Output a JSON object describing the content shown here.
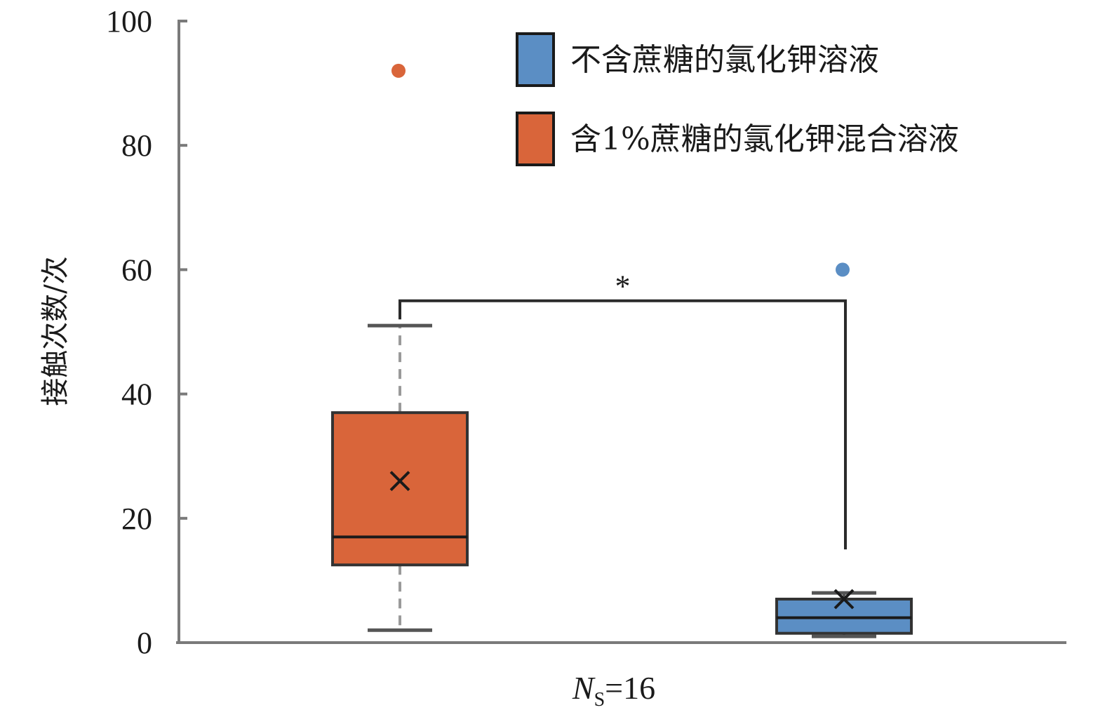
{
  "chart_data": {
    "type": "box",
    "ylabel": "接触次数/次",
    "ylim": [
      0,
      100
    ],
    "yticks": [
      0,
      20,
      40,
      60,
      80,
      100
    ],
    "xlabel": {
      "main": "N",
      "subscript": "S",
      "rest": "=16"
    },
    "legend": {
      "position": "top-right",
      "entries": [
        {
          "label": "不含蔗糖的氯化钾溶液",
          "color": "#5b8ec4"
        },
        {
          "label": "含1%蔗糖的氯化钾混合溶液",
          "color": "#d9653a"
        }
      ]
    },
    "significance": "*",
    "boxes": [
      {
        "label": "含1%蔗糖的氯化钾混合溶液",
        "color": "#d9653a",
        "whisker_low": 2,
        "q1": 12.5,
        "median": 17,
        "q3": 37,
        "whisker_high": 51,
        "mean": 26,
        "outliers": [
          92
        ],
        "whisker_style": "dashed"
      },
      {
        "label": "不含蔗糖的氯化钾溶液",
        "color": "#5b8ec4",
        "whisker_low": 1,
        "q1": 1.5,
        "median": 4,
        "q3": 7,
        "whisker_high": 8,
        "mean": 7,
        "outliers": [
          60
        ],
        "whisker_style": "solid"
      }
    ],
    "bracket": {
      "y": 55,
      "left_drop_to": 52,
      "right_drop_to": 15
    }
  }
}
